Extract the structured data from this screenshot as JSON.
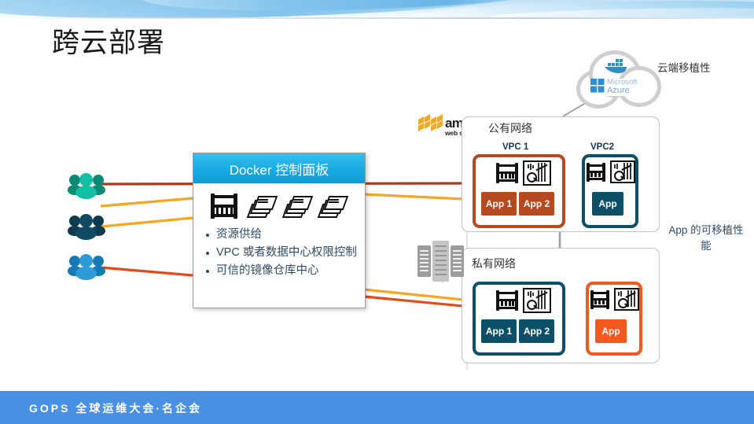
{
  "slide": {
    "title": "跨云部署",
    "footer": "GOPS 全球运维大会·名企会"
  },
  "panel": {
    "header": "Docker 控制面板",
    "icons": [
      "rack-icon",
      "layers-icon",
      "layers-icon",
      "layers-icon"
    ],
    "bullets": [
      "资源供给",
      "VPC 或者数据中心权限控制",
      "可信的镜像仓库中心"
    ]
  },
  "cloud": {
    "vendor_line1": "Microsoft",
    "vendor_line2": "Azure",
    "icon": "docker-whale-icon",
    "label": "云端移植性"
  },
  "aws": {
    "word": "amazon",
    "sub": "web services",
    "tm": "™"
  },
  "networks": [
    {
      "id": "public",
      "label": "公有网络",
      "vpcs": [
        {
          "title": "VPC 1",
          "color": "#b5491f",
          "apps": [
            "App 1",
            "App 2"
          ]
        },
        {
          "title": "VPC2",
          "color": "#0e4f68",
          "apps": [
            "App"
          ]
        }
      ]
    },
    {
      "id": "private",
      "label": "私有网络",
      "vpcs": [
        {
          "title": "",
          "color": "#0e4f68",
          "apps": [
            "App 1",
            "App 2"
          ]
        },
        {
          "title": "",
          "color": "#f4581f",
          "apps": [
            "App"
          ]
        }
      ]
    }
  ],
  "right_label": "App 的可移植性能",
  "users": [
    {
      "name": "user-group-teal",
      "color": "#0f9d86",
      "dark": "#0c8a76"
    },
    {
      "name": "user-group-navy",
      "color": "#124a63",
      "dark": "#0d3b50"
    },
    {
      "name": "user-group-blue",
      "color": "#1b8cd0",
      "dark": "#1579b6"
    }
  ],
  "colors": {
    "header_blue": "#1aa9e2",
    "footer_blue": "#4a90e2",
    "aws_orange": "#f0a830",
    "brick": "#b5491f",
    "teal": "#0e4f68",
    "orange": "#f4581f",
    "line_dark_red": "#a8391c",
    "line_amber": "#f5a623",
    "line_red": "#e24b1c"
  }
}
